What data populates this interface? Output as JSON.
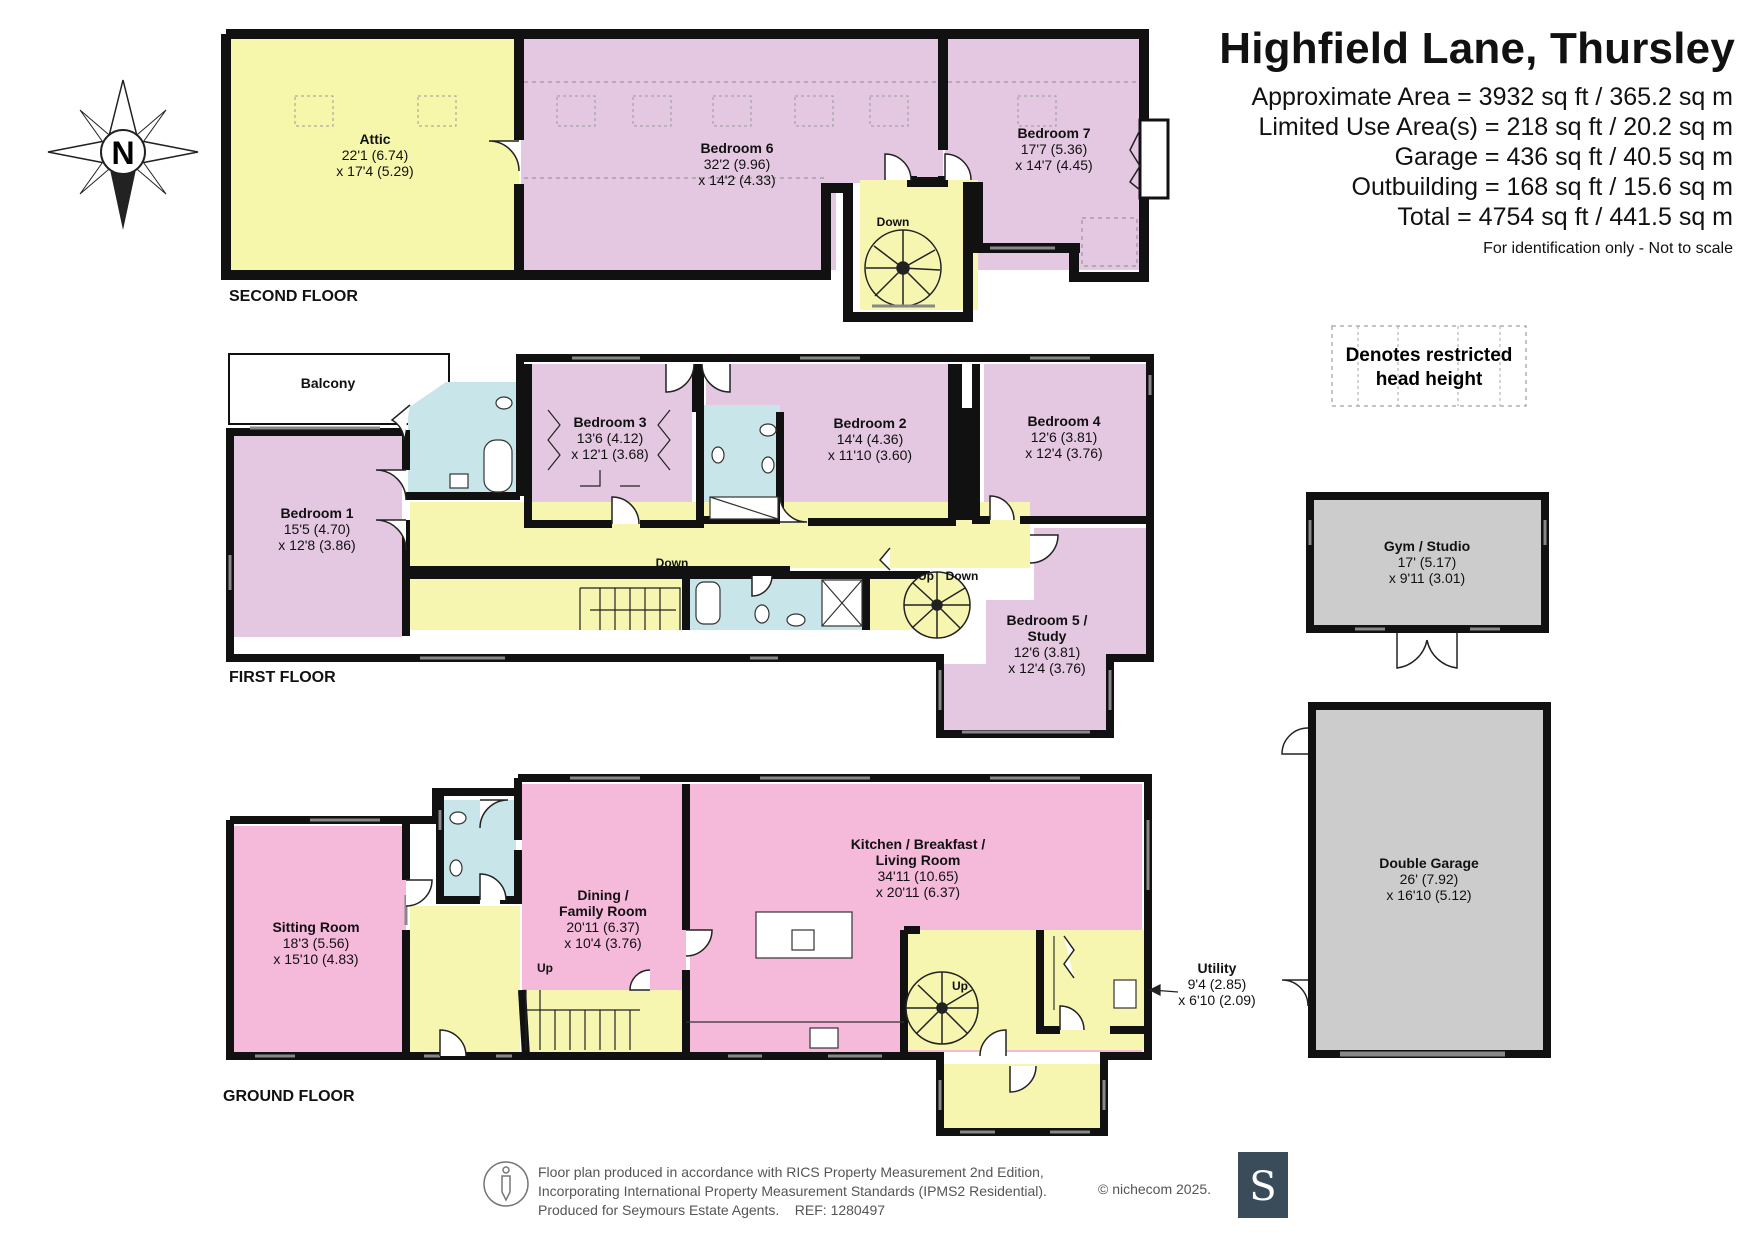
{
  "header": {
    "title": "Highfield Lane, Thursley",
    "approx_area": "Approximate Area = 3932 sq ft / 365.2 sq m",
    "limited_use": "Limited Use Area(s) = 218 sq ft / 20.2 sq m",
    "garage": "Garage = 436 sq ft / 40.5 sq m",
    "outbuilding": "Outbuilding = 168 sq ft / 15.6 sq m",
    "total": "Total = 4754 sq ft / 441.5 sq m",
    "disclaimer": "For identification only - Not to scale"
  },
  "legend": {
    "line1": "Denotes restricted",
    "line2": "head height"
  },
  "compass": {
    "label": "N"
  },
  "colors": {
    "wall": "#111111",
    "bedroom": "#e4c8e1",
    "reception": "#f5b9da",
    "attic": "#f7f7ac",
    "circulation": "#f6f6b0",
    "bathroom": "#c8e6ea",
    "outbuilding": "#cccccc",
    "balcony": "#ffffff"
  },
  "floors": {
    "second": "SECOND FLOOR",
    "first": "FIRST FLOOR",
    "ground": "GROUND FLOOR"
  },
  "rooms": {
    "attic": {
      "name": "Attic",
      "dim1": "22'1 (6.74)",
      "dim2": "x 17'4 (5.29)"
    },
    "bedroom6": {
      "name": "Bedroom 6",
      "dim1": "32'2 (9.96)",
      "dim2": "x 14'2 (4.33)"
    },
    "bedroom7": {
      "name": "Bedroom 7",
      "dim1": "17'7 (5.36)",
      "dim2": "x 14'7 (4.45)"
    },
    "balcony": {
      "name": "Balcony"
    },
    "bedroom1": {
      "name": "Bedroom 1",
      "dim1": "15'5 (4.70)",
      "dim2": "x 12'8 (3.86)"
    },
    "bedroom3": {
      "name": "Bedroom 3",
      "dim1": "13'6 (4.12)",
      "dim2": "x 12'1 (3.68)"
    },
    "bedroom2": {
      "name": "Bedroom 2",
      "dim1": "14'4 (4.36)",
      "dim2": "x 11'10 (3.60)"
    },
    "bedroom4": {
      "name": "Bedroom 4",
      "dim1": "12'6 (3.81)",
      "dim2": "x 12'4 (3.76)"
    },
    "bedroom5": {
      "name1": "Bedroom 5 /",
      "name2": "Study",
      "dim1": "12'6 (3.81)",
      "dim2": "x 12'4 (3.76)"
    },
    "gym": {
      "name": "Gym / Studio",
      "dim1": "17' (5.17)",
      "dim2": "x 9'11 (3.01)"
    },
    "garage": {
      "name": "Double Garage",
      "dim1": "26' (7.92)",
      "dim2": "x 16'10 (5.12)"
    },
    "sitting": {
      "name": "Sitting Room",
      "dim1": "18'3 (5.56)",
      "dim2": "x 15'10 (4.83)"
    },
    "dining": {
      "name1": "Dining /",
      "name2": "Family Room",
      "dim1": "20'11 (6.37)",
      "dim2": "x 10'4 (3.76)"
    },
    "kitchen": {
      "name1": "Kitchen / Breakfast /",
      "name2": "Living Room",
      "dim1": "34'11 (10.65)",
      "dim2": "x 20'11 (6.37)"
    },
    "utility": {
      "name": "Utility",
      "dim1": "9'4 (2.85)",
      "dim2": "x 6'10 (2.09)"
    }
  },
  "stairs": {
    "down": "Down",
    "up": "Up"
  },
  "footer": {
    "line1": "Floor plan produced in accordance with RICS Property Measurement 2nd Edition,",
    "line2": "Incorporating International Property Measurement Standards (IPMS2 Residential).",
    "line3": "Produced for Seymours Estate Agents.    REF: 1280497",
    "copyright": "© nichecom 2025.",
    "brand_letter": "S"
  }
}
